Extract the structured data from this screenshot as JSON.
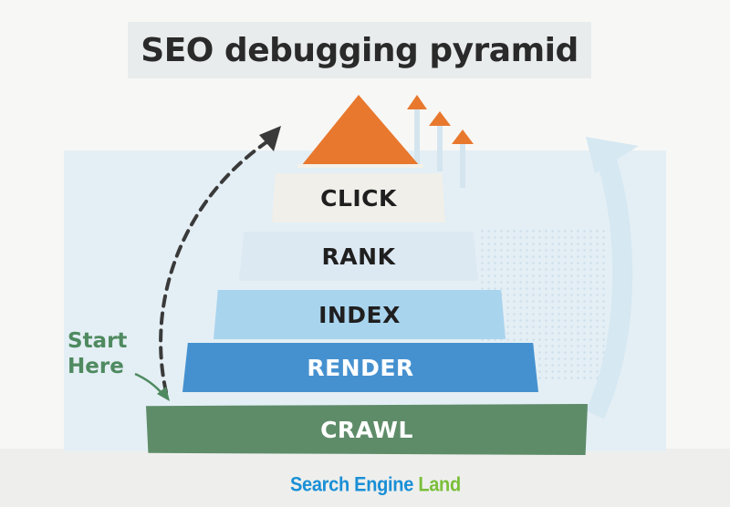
{
  "title": "SEO debugging pyramid",
  "tiers": [
    {
      "label": "CLICK"
    },
    {
      "label": "RANK"
    },
    {
      "label": "INDEX"
    },
    {
      "label": "RENDER"
    },
    {
      "label": "CRAWL"
    }
  ],
  "start": {
    "line1": "Start",
    "line2": "Here"
  },
  "brand": {
    "part1": "Search Engine",
    "part2": "Land"
  },
  "colors": {
    "apex": "#e8782e",
    "click": "#f1efe9",
    "rank": "#dde9f2",
    "index": "#a9d4ee",
    "render": "#4591d0",
    "crawl": "#5e8c69",
    "start_text": "#4f8a60",
    "dashed_arrow": "#3a3a3a",
    "brand_blue": "#1a8fd6",
    "brand_green": "#7bbf3a"
  },
  "icons": [
    "apex-triangle",
    "dashed-curved-arrow",
    "upward-arrows",
    "large-curved-arrow"
  ]
}
